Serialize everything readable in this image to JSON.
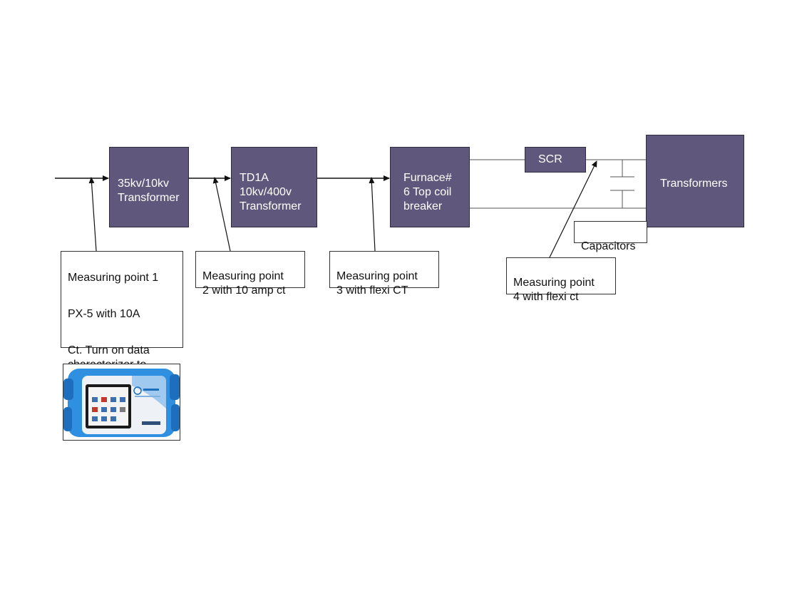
{
  "blocks": {
    "b1": "35kv/10kv\nTransformer",
    "b2": "TD1A\n10kv/400v\nTransformer",
    "b3": "Furnace#\n6 Top coil\nbreaker",
    "scr": "SCR",
    "transformers": "Transformers"
  },
  "capacitors": "Capacitors",
  "callouts": {
    "mp1": [
      "Measuring point 1",
      "PX-5 with 10A",
      "Ct. Turn on data\ncharacterizer to\nIEEE"
    ],
    "mp2": "Measuring point\n2  with 10 amp ct",
    "mp3": "Measuring point\n3 with flexi CT",
    "mp4": "Measuring point\n4 with flexi ct"
  },
  "colors": {
    "block_fill": "#5f587c",
    "device_blue": "#2f8fe0"
  },
  "device_image": "power-analyzer-photo"
}
